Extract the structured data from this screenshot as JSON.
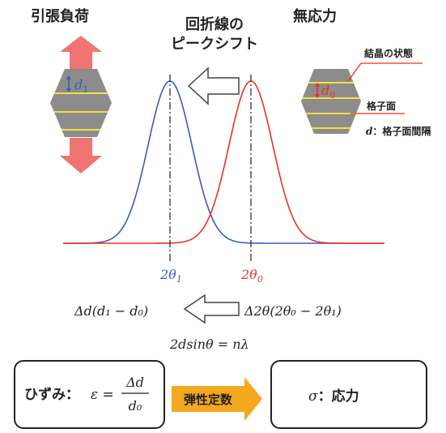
{
  "left": {
    "title": "引張負荷",
    "spacing_label": "d",
    "spacing_sub": "1",
    "peak_label": "2θ",
    "peak_sub": "1"
  },
  "right": {
    "title": "無応力",
    "spacing_label": "d",
    "spacing_sub": "0",
    "peak_label": "2θ",
    "peak_sub": "0",
    "annotation_state": "結晶の状態",
    "annotation_plane": "格子面",
    "annotation_spacing_var": "d",
    "annotation_spacing_text": "：格子面間隔"
  },
  "center": {
    "title_line1": "回折線の",
    "title_line2": "ピークシフト"
  },
  "formulas": {
    "delta_d": "Δd(d₁ − d₀)",
    "delta_2theta": "Δ2θ(2θ₀ − 2θ₁)",
    "bragg": "2dsinθ = nλ"
  },
  "strain_box": {
    "label": "ひずみ：",
    "symbol": "ε =",
    "numerator": "Δd",
    "denominator": "d₀"
  },
  "elastic_arrow": {
    "label": "弾性定数"
  },
  "stress_box": {
    "symbol": "σ",
    "label": "：応力"
  },
  "colors": {
    "blue_peak": "#3a5bbf",
    "red_peak": "#e8331f",
    "load_arrow": "#f07473",
    "crystal": "#8c8c8c",
    "lattice": "#f2e03c",
    "elastic_arrow": "#f4a81d"
  }
}
